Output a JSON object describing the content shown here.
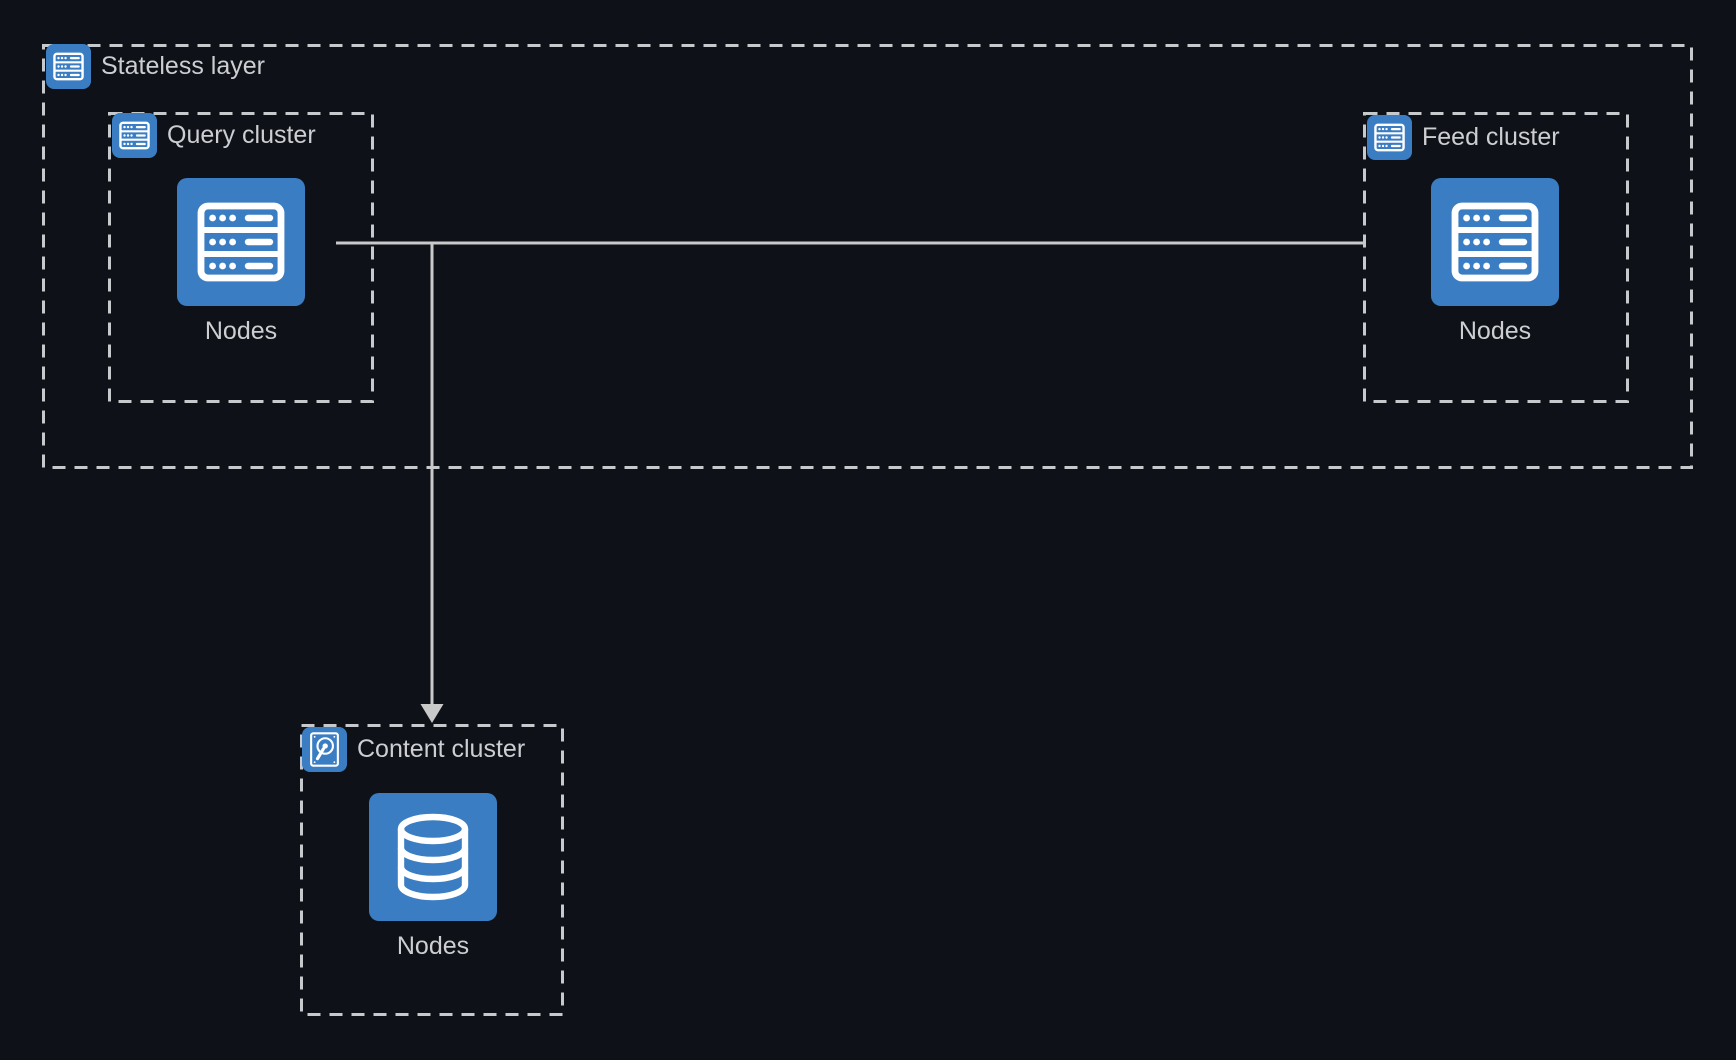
{
  "colors": {
    "background": "#0e1117",
    "node_blue": "#3b7dc2",
    "icon_glyph": "#ffffff",
    "text_gray": "#ccced2",
    "line_gray": "#c9c9c9",
    "dashed_border_gray": "#c7cacd"
  },
  "diagram": {
    "stateless_layer": {
      "label": "Stateless layer",
      "icon": "server-rack-icon"
    },
    "query_cluster": {
      "label": "Query cluster",
      "icon": "server-rack-icon",
      "node": {
        "label": "Nodes",
        "icon": "server-rack-icon"
      }
    },
    "feed_cluster": {
      "label": "Feed cluster",
      "icon": "server-rack-icon",
      "node": {
        "label": "Nodes",
        "icon": "server-rack-icon"
      }
    },
    "content_cluster": {
      "label": "Content cluster",
      "icon": "hard-disk-icon",
      "node": {
        "label": "Nodes",
        "icon": "database-icon"
      }
    },
    "connections": [
      {
        "from": "query_cluster",
        "to": "feed_cluster",
        "style": "plain-line"
      },
      {
        "from": "query_cluster",
        "to": "content_cluster",
        "style": "arrow-down"
      }
    ]
  }
}
